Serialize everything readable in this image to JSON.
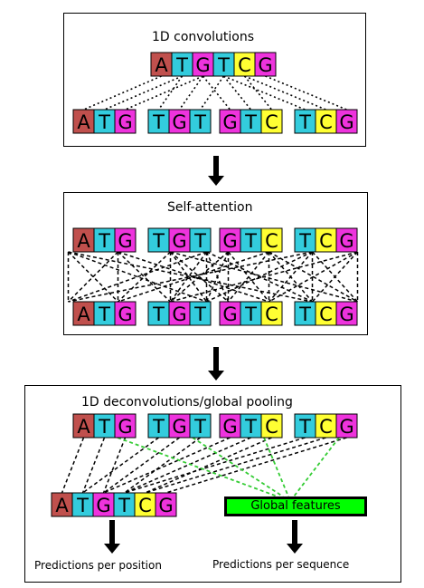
{
  "panels": {
    "conv": {
      "title": "1D convolutions"
    },
    "attn": {
      "title": "Self-attention"
    },
    "deconv": {
      "title": "1D deconvolutions/global pooling"
    }
  },
  "sequence": [
    "A",
    "T",
    "G",
    "T",
    "C",
    "G"
  ],
  "kmers": [
    [
      "A",
      "T",
      "G"
    ],
    [
      "T",
      "G",
      "T"
    ],
    [
      "G",
      "T",
      "C"
    ],
    [
      "T",
      "C",
      "G"
    ]
  ],
  "global_features": "Global features",
  "captions": {
    "per_position": "Predictions per position",
    "per_sequence": "Predictions per sequence"
  },
  "colors": {
    "A": "#c0504d",
    "T": "#33ccdd",
    "G": "#ee33dd",
    "C": "#ffff33",
    "global": "#00ff00",
    "green_link": "#33cc33",
    "ink": "#000000"
  }
}
